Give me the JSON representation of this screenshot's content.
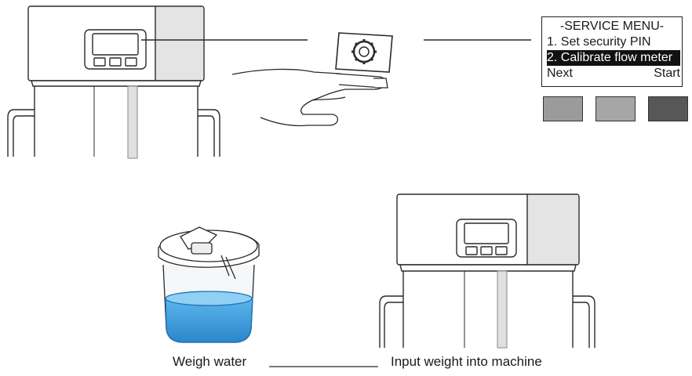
{
  "service_menu": {
    "title": "-SERVICE MENU-",
    "items": [
      "1. Set security PIN",
      "2. Calibrate flow meter"
    ],
    "selected_index": 1,
    "left_softkey": "Next",
    "right_softkey": "Start"
  },
  "softkeys": {
    "colors": [
      "#9b9b9b",
      "#a6a6a6",
      "#575757"
    ]
  },
  "captions": {
    "step_left": "Weigh water",
    "step_right": "Input weight into machine"
  },
  "colors": {
    "water": "#3a9ad9",
    "water_dark": "#1f6fb0",
    "panel_shade": "#e4e4e4",
    "outline": "#2a2a2a"
  },
  "icons": {
    "service_key": "gear-key-icon",
    "hand": "hand-icon"
  }
}
